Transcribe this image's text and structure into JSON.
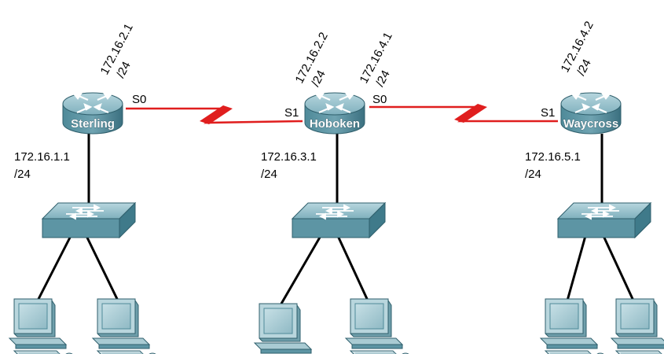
{
  "colors": {
    "serial_link": "#e01e1e",
    "ethernet_link": "#000000",
    "device_top": "#8fb9c4",
    "device_side": "#3f7a8a",
    "pc_screen": "#9fc6cf"
  },
  "routers": [
    {
      "name": "Sterling",
      "icon": "router-icon",
      "wan_labels": [
        {
          "ip": "172.16.2.1",
          "mask": "/24"
        }
      ],
      "ports": [
        "S0"
      ],
      "lan": {
        "ip": "172.16.1.1",
        "mask": "/24"
      }
    },
    {
      "name": "Hoboken",
      "icon": "router-icon",
      "wan_labels": [
        {
          "ip": "172.16.2.2",
          "mask": "/24"
        },
        {
          "ip": "172.16.4.1",
          "mask": "/24"
        }
      ],
      "ports": [
        "S1",
        "S0"
      ],
      "lan": {
        "ip": "172.16.3.1",
        "mask": "/24"
      }
    },
    {
      "name": "Waycross",
      "icon": "router-icon",
      "wan_labels": [
        {
          "ip": "172.16.4.2",
          "mask": "/24"
        }
      ],
      "ports": [
        "S1"
      ],
      "lan": {
        "ip": "172.16.5.1",
        "mask": "/24"
      }
    }
  ],
  "switches": [
    "switch-icon",
    "switch-icon",
    "switch-icon"
  ],
  "pcs": [
    "pc-icon",
    "pc-icon",
    "pc-icon",
    "pc-icon",
    "pc-icon",
    "pc-icon"
  ]
}
